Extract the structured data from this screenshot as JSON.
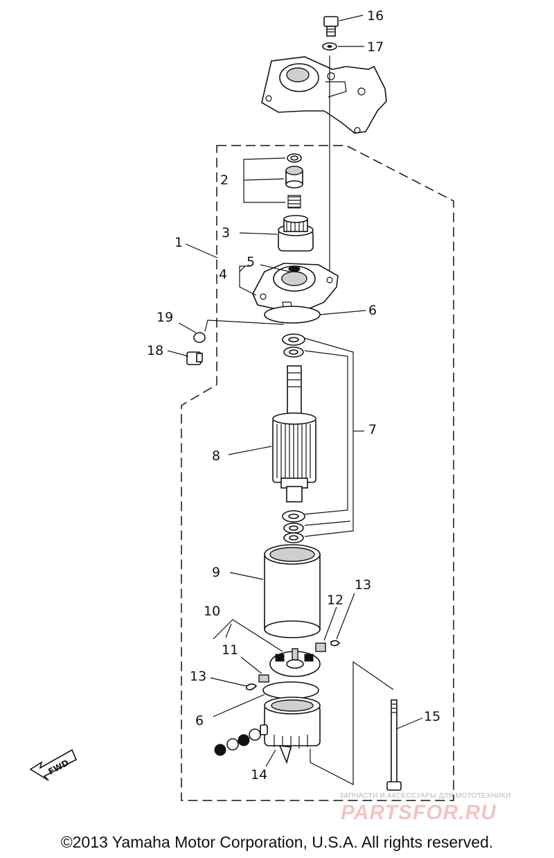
{
  "callouts": {
    "c1": "1",
    "c2": "2",
    "c3": "3",
    "c4": "4",
    "c5": "5",
    "c6a": "6",
    "c6b": "6",
    "c7": "7",
    "c8": "8",
    "c9": "9",
    "c10": "10",
    "c11": "11",
    "c12": "12",
    "c13a": "13",
    "c13b": "13",
    "c14": "14",
    "c15": "15",
    "c16": "16",
    "c17": "17",
    "c18": "18",
    "c19": "19"
  },
  "fwd_label": "FWD",
  "watermark": {
    "small": "ЗАПЧАСТИ И АКСЕССУАРЫ ДЛЯ МОТОТЕХНИКИ",
    "logo": "PARTSFOR.RU"
  },
  "copyright": "©2013 Yamaha Motor Corporation, U.S.A. All rights reserved.",
  "colors": {
    "ink": "#111111",
    "watermark": "#f2c4c4"
  }
}
